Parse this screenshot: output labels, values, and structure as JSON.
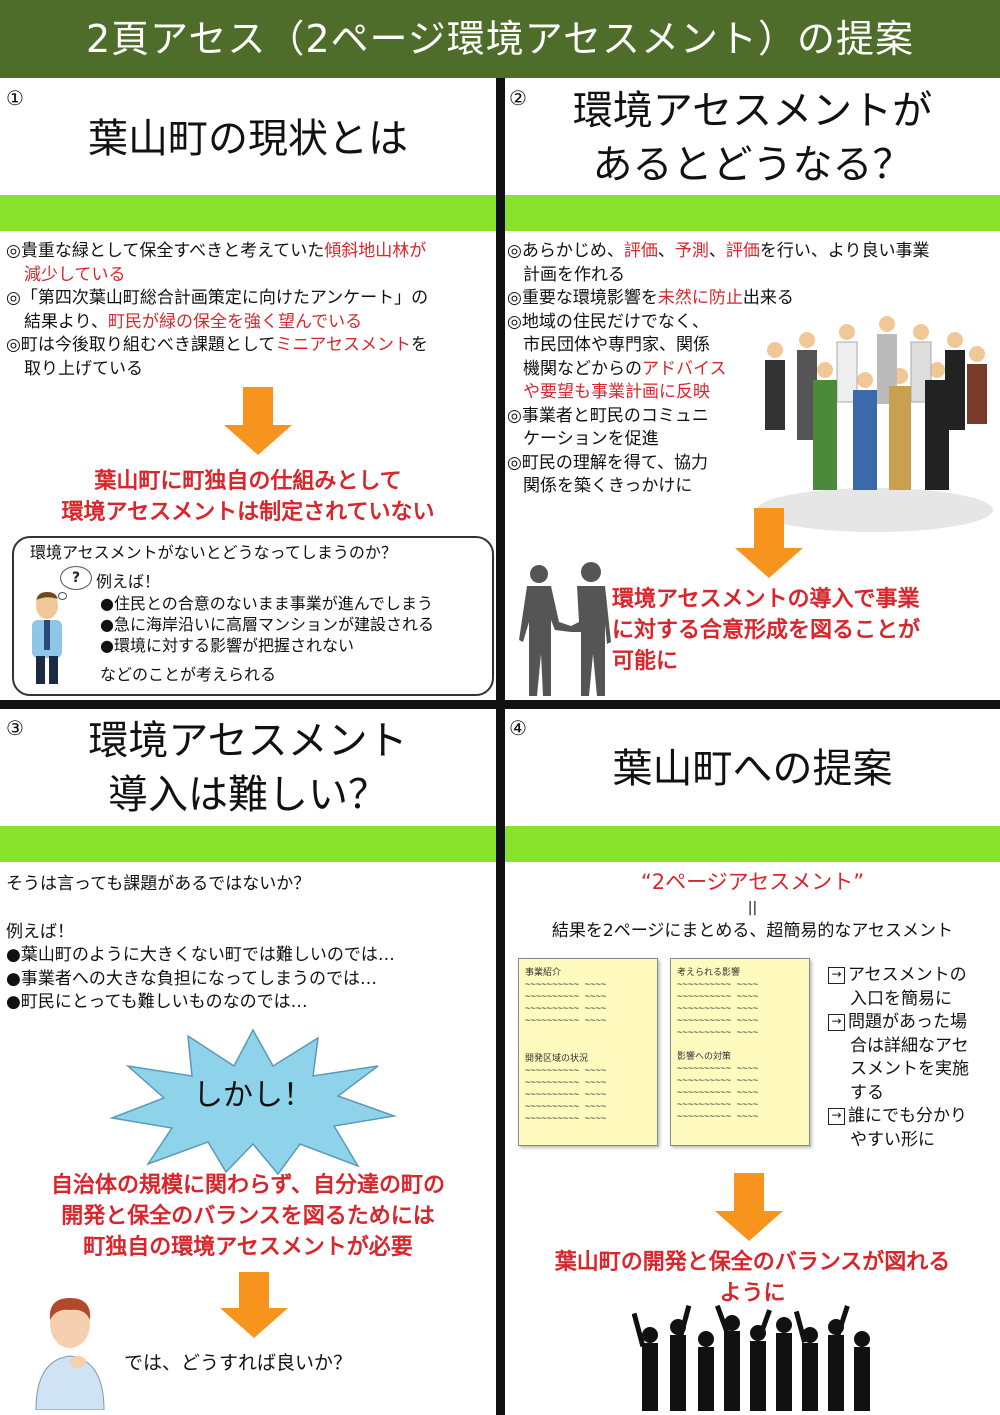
{
  "title": "2頁アセス（2ページ環境アセスメント）の提案",
  "q1": {
    "num": "①",
    "heading": "葉山町の現状とは",
    "lines": [
      {
        "a": "◎貴重な緑として保全すべきと考えていた",
        "r": "傾斜地山林が"
      },
      {
        "a": "",
        "r": "減少している",
        "indent": true
      },
      {
        "a": "◎「第四次葉山町総合計画策定に向けたアンケート」の",
        "r": ""
      },
      {
        "a": "結果より、",
        "r": "町民が緑の保全を強く望んでいる",
        "indent": true
      },
      {
        "a": "◎町は今後取り組むべき課題として",
        "r": "ミニアセスメント",
        "b": "を"
      },
      {
        "a": "取り上げている",
        "r": "",
        "indent": true
      }
    ],
    "conclusion": [
      "葉山町に町独自の仕組みとして",
      "環境アセスメントは制定されていない"
    ],
    "bubble_q": "環境アセスメントがないとどうなってしまうのか？",
    "example_label": "例えば！",
    "examples": [
      "●住民との合意のないまま事業が進んでしまう",
      "●急に海岸沿いに高層マンションが建設される",
      "●環境に対する影響が把握されない"
    ],
    "bubble_end": "などのことが考えられる"
  },
  "q2": {
    "num": "②",
    "heading": [
      "環境アセスメントが",
      "あるとどうなる？"
    ],
    "l1a": "◎あらかじめ、",
    "l1r1": "評価",
    "l1s1": "、",
    "l1r2": "予測",
    "l1s2": "、",
    "l1r3": "評価",
    "l1b": "を行い、より良い事業",
    "l1c": "計画を作れる",
    "l2a": "◎重要な環境影響を",
    "l2r": "未然に防止",
    "l2b": "出来る",
    "l3a": "◎地域の住民だけでなく、",
    "l3b": "市民団体や専門家、関係",
    "l3c": "機関などからの",
    "l3r1": "アドバイス",
    "l3r2": "や要望も事業計画に反映",
    "l4a": "◎事業者と町民のコミュニ",
    "l4b": "ケーションを促進",
    "l5a": "◎町民の理解を得て、協力",
    "l5b": "関係を築くきっかけに",
    "conclusion": [
      "環境アセスメントの導入で事業",
      "に対する合意形成を図ることが",
      "可能に"
    ]
  },
  "q3": {
    "num": "③",
    "heading": [
      "環境アセスメント",
      "導入は難しい？"
    ],
    "intro": "そうは言っても課題があるではないか？",
    "example_label": "例えば！",
    "items": [
      "●葉山町のように大きくない町では難しいのでは…",
      "●事業者への大きな負担になってしまうのでは…",
      "●町民にとっても難しいものなのでは…"
    ],
    "burst": "しかし！",
    "conclusion": [
      "自治体の規模に関わらず、自分達の町の",
      "開発と保全のバランスを図るためには",
      "町独自の環境アセスメントが必要"
    ],
    "question": "では、どうすれば良いか？"
  },
  "q4": {
    "num": "④",
    "heading": "葉山町への提案",
    "proposal_title": "“2ページアセスメント”",
    "equals": "||",
    "subtitle": "結果を2ページにまとめる、超簡易的なアセスメント",
    "doc1": {
      "h1": "事業紹介",
      "h2": "開発区域の状況"
    },
    "doc2": {
      "h1": "考えられる影響",
      "h2": "影響への対策"
    },
    "tilde": "~~~~~~~~~~ ~~~~",
    "points": [
      [
        "アセスメントの",
        "入口を簡易に"
      ],
      [
        "問題があった場",
        "合は詳細なアセ",
        "スメントを実施",
        "する"
      ],
      [
        "誰にでも分かり",
        "やすい形に"
      ]
    ],
    "point_icon": "→",
    "conclusion": [
      "葉山町の開発と保全のバランスが図れる",
      "ように"
    ]
  },
  "colors": {
    "title_bg": "#4f6d2a",
    "green_bar": "#88e22c",
    "red": "#d9262c",
    "arrow": "#f7941d",
    "burst": "#8fd3ea",
    "doc": "#fffbbf"
  }
}
